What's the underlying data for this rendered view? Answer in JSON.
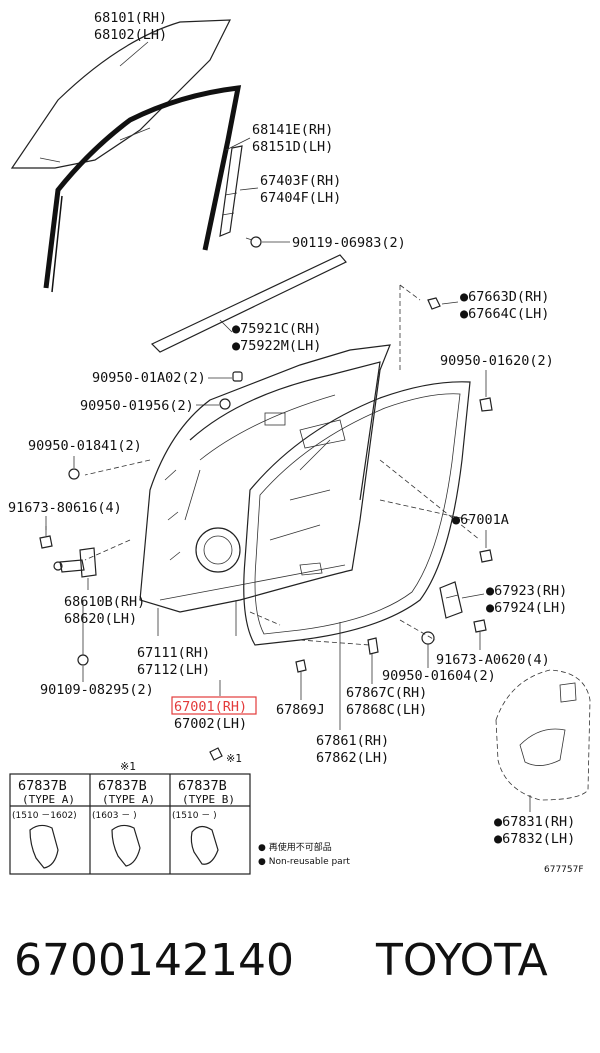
{
  "labels": {
    "l68101": "68101(RH)",
    "l68102": "68102(LH)",
    "l68141": "68141E(RH)",
    "l68151": "68151D(LH)",
    "l67403": "67403F(RH)",
    "l67404": "67404F(LH)",
    "l90119": "90119-06983(2)",
    "l67663": "●67663D(RH)",
    "l67664": "●67664C(LH)",
    "l75921": "●75921C(RH)",
    "l75922": "●75922M(LH)",
    "l90950a02": "90950-01A02(2)",
    "l90950_1620": "90950-01620(2)",
    "l90950_1956": "90950-01956(2)",
    "l90950_1841": "90950-01841(2)",
    "l91673_80616": "91673-80616(4)",
    "l67001a": "●67001A",
    "l67923": "●67923(RH)",
    "l67924": "●67924(LH)",
    "l68610": "68610B(RH)",
    "l68620": "68620(LH)",
    "l67111": "67111(RH)",
    "l67112": "67112(LH)",
    "l91673_a0620": "91673-A0620(4)",
    "l90950_1604": "90950-01604(2)",
    "l90109": "90109-08295(2)",
    "l67001": "67001(RH)",
    "l67002": "67002(LH)",
    "l67869": "67869J",
    "l67867": "67867C(RH)",
    "l67868": "67868C(LH)",
    "l67861": "67861(RH)",
    "l67862": "67862(LH)",
    "l67831": "●67831(RH)",
    "l67832": "●67832(LH)",
    "mark1": "※1",
    "mark1b": "※1",
    "figcode": "677757F"
  },
  "legend_table": {
    "columns": [
      {
        "part": "67837B",
        "type": "(TYPE A)",
        "range": "(1510 －1602)"
      },
      {
        "part": "67837B",
        "type": "(TYPE A)",
        "range": "(1603 －      )"
      },
      {
        "part": "67837B",
        "type": "(TYPE B)",
        "range": "(1510 －      )"
      }
    ]
  },
  "notes": {
    "jp": "● 再使用不可部品",
    "en": "● Non-reusable part"
  },
  "footer": {
    "part_number": "6700142140",
    "brand": "TOYOTA"
  },
  "colors": {
    "highlight": "#e33b3b",
    "line": "#222222"
  }
}
